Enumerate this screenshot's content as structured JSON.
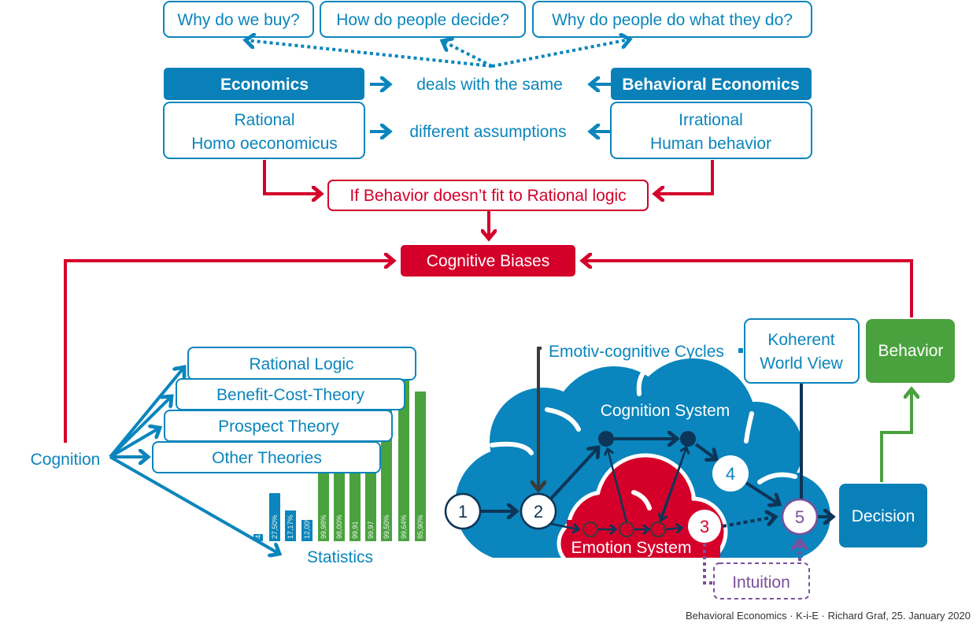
{
  "questions": [
    "Why do we buy?",
    "How do people decide?",
    "Why do people do what they do?"
  ],
  "economics": {
    "title": "Economics",
    "line1": "Rational",
    "line2": "Homo oeconomicus"
  },
  "behavioral": {
    "title": "Behavioral Economics",
    "line1": "Irrational",
    "line2": "Human behavior"
  },
  "deals": "deals with the same",
  "different": "different assumptions",
  "condition": "If Behavior doesn’t fit to Rational logic",
  "biases": "Cognitive Biases",
  "cognition": "Cognition",
  "theories": [
    "Rational Logic",
    "Benefit-Cost-Theory",
    "Prospect Theory",
    "Other Theories"
  ],
  "statistics": {
    "label": "Statistics",
    "blue_bars": [
      "4,",
      "27,50%",
      "17,17%",
      "12,00%"
    ],
    "green_bars": [
      "99,98%",
      "98,00%",
      "99,91",
      "99,97",
      "99,50%",
      "99,64%",
      "85,90%"
    ]
  },
  "cycles": "Emotiv-cognitive Cycles",
  "world_view": {
    "line1": "Koherent",
    "line2": "World View"
  },
  "behavior": "Behavior",
  "cognition_system": "Cognition System",
  "emotion_system": "Emotion System",
  "nodes": [
    "1",
    "2",
    "3",
    "4",
    "5"
  ],
  "decision": "Decision",
  "intuition": "Intuition",
  "footer": "Behavioral Economics · K-i-E · Richard Graf, 25. January 2020",
  "colors": {
    "blue": "#0a85bd",
    "red": "#d4002a",
    "green": "#4aa23e",
    "navy": "#0d3557",
    "purple": "#7b4f9d"
  }
}
